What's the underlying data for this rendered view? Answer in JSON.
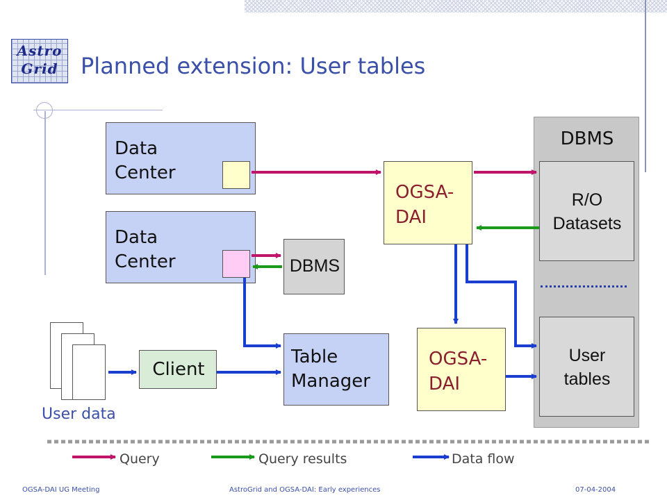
{
  "slide": {
    "title": "Planned extension: User tables",
    "logo": {
      "line1": "Astro",
      "line2": "Grid"
    }
  },
  "diagram": {
    "data_center_1": "Data Center",
    "data_center_2": "Data Center",
    "ogsa_dai_top": "OGSA-DAI",
    "ogsa_dai_bottom": "OGSA-DAI",
    "dbms_small": "DBMS",
    "dbms_panel": "DBMS",
    "ro_datasets": "R/O Datasets",
    "user_tables": "User tables",
    "table_manager": "Table Manager",
    "client": "Client",
    "user_data": "User data"
  },
  "legend": {
    "items": [
      {
        "label": "Query",
        "color": "#c0136a"
      },
      {
        "label": "Query results",
        "color": "#1a9a1a"
      },
      {
        "label": "Data flow",
        "color": "#1a3fd0"
      }
    ]
  },
  "footer": {
    "left": "OGSA-DAI UG Meeting",
    "center": "AstroGrid and OGSA-DAI: Early experiences",
    "right": "07-04-2004"
  },
  "colors": {
    "query": "#c0136a",
    "results": "#1a9a1a",
    "flow": "#1a3fd0",
    "data_center": "#c6d2f5",
    "ogsa": "#ffffcc",
    "client": "#d8ecd8"
  }
}
